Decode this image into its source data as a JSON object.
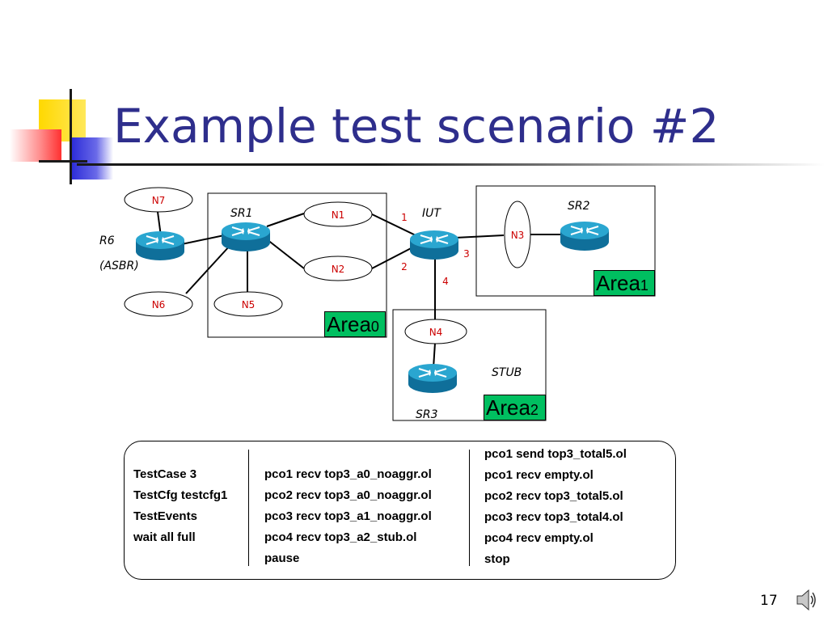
{
  "slide": {
    "title": "Example test scenario #2",
    "page_number": "17"
  },
  "diagram": {
    "routers": [
      {
        "id": "R6",
        "label": "R6",
        "sublabel": "(ASBR)"
      },
      {
        "id": "SR1",
        "label": "SR1"
      },
      {
        "id": "IUT",
        "label": "IUT"
      },
      {
        "id": "SR2",
        "label": "SR2"
      },
      {
        "id": "SR3",
        "label": "SR3"
      }
    ],
    "networks": [
      "N7",
      "N6",
      "N5",
      "N1",
      "N2",
      "N3",
      "N4"
    ],
    "interfaces": [
      "1",
      "2",
      "3",
      "4"
    ],
    "areas": [
      {
        "name": "Area",
        "number": "0"
      },
      {
        "name": "Area",
        "number": "1"
      },
      {
        "name": "Area",
        "number": "2"
      }
    ],
    "stub_label": "STUB",
    "colors": {
      "network_label": "#cc0000",
      "area_fill": "#00bf60",
      "router": "#1b9ec4"
    }
  },
  "commands": {
    "col1": [
      "TestCase 3",
      "TestCfg testcfg1",
      "TestEvents",
      "wait all full"
    ],
    "col2": [
      "pco1 recv top3_a0_noaggr.ol",
      "pco2 recv top3_a0_noaggr.ol",
      "pco3 recv top3_a1_noaggr.ol",
      "pco4 recv top3_a2_stub.ol",
      "pause"
    ],
    "col3": [
      "pco1 send top3_total5.ol",
      "pco1 recv empty.ol",
      "pco2 recv top3_total5.ol",
      "pco3 recv top3_total4.ol",
      "pco4 recv empty.ol",
      "stop"
    ]
  },
  "icons": [
    "slide-decoration-icon",
    "router-icon",
    "speaker-icon"
  ]
}
